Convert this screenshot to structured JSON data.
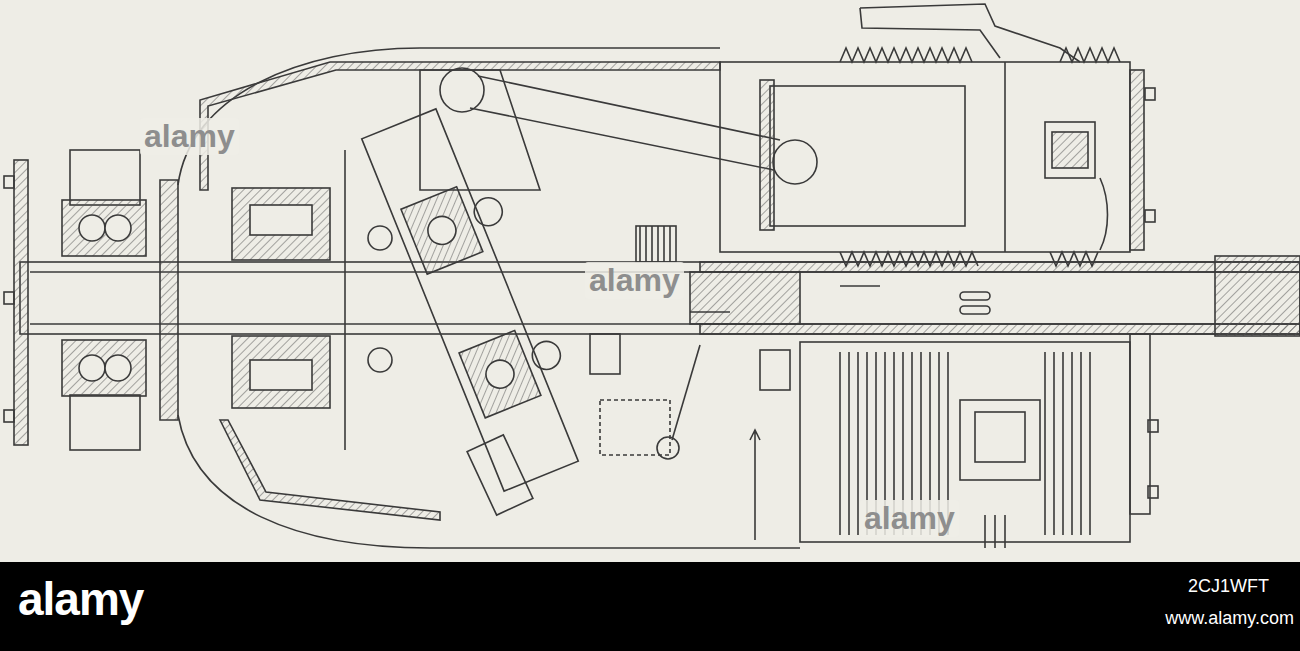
{
  "diagram": {
    "labels": [
      "alamy",
      "alamy",
      "alamy",
      "alamy",
      "2CJ1WFT",
      "www.alamy.com"
    ]
  }
}
